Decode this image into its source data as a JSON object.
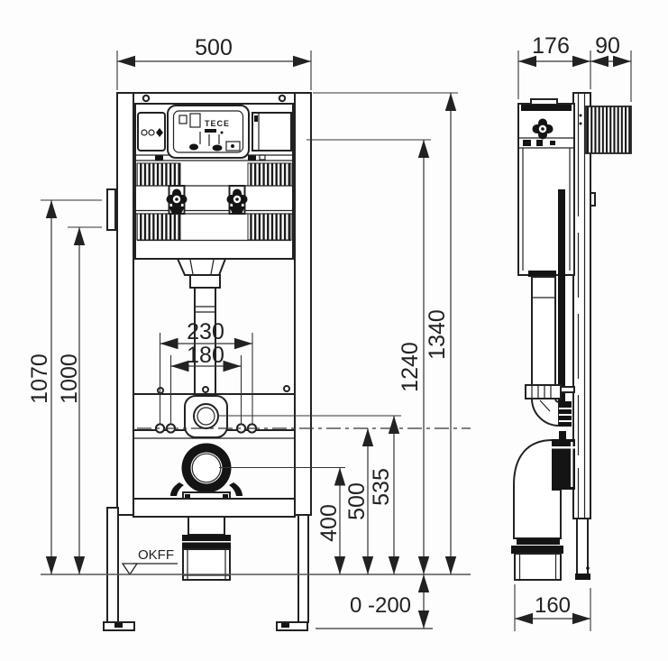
{
  "brand": {
    "logo": "TECE"
  },
  "labels": {
    "floor_reference": "OKFF"
  },
  "dimensions": {
    "frame_width": "500",
    "frame_depth": "176",
    "actuator_unit_depth": "90",
    "frame_height_total": "1340",
    "upper_fixing_height": "1240",
    "wall_bracket_height_max": "1070",
    "wall_bracket_height_min": "1000",
    "fixing_spacing_outer": "230",
    "fixing_spacing_inner": "180",
    "flush_pipe_height": "535",
    "fixing_rod_height": "500",
    "outlet_height": "400",
    "floor_adjustment_range": "0 -200",
    "outlet_offset_depth": "160"
  }
}
